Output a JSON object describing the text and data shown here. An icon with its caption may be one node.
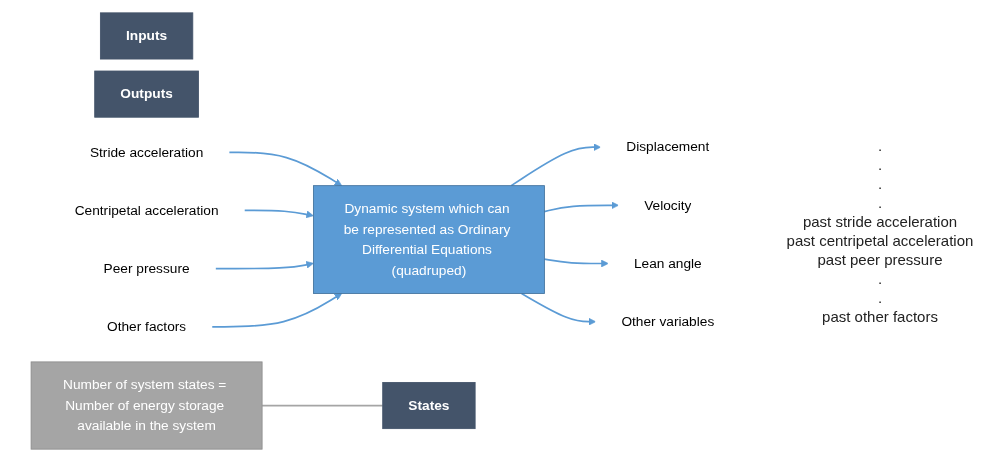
{
  "diagram": {
    "nodes": [
      {
        "text": [
          "Inputs"
        ]
      },
      {
        "text": [
          "Outputs"
        ]
      },
      {
        "text": [
          "Stride acceleration"
        ]
      },
      {
        "text": [
          "Centripetal acceleration"
        ]
      },
      {
        "text": [
          "Peer pressure"
        ]
      },
      {
        "text": [
          "Other factors"
        ]
      },
      {
        "text": [
          "Dynamic system which can be represented as Ordinary Differential Equations (quadruped)"
        ]
      },
      {
        "text": [
          "Displacement"
        ]
      },
      {
        "text": [
          "Velocity"
        ]
      },
      {
        "text": [
          "Lean angle"
        ]
      },
      {
        "text": [
          "Other variables"
        ]
      },
      {
        "text": [
          "States"
        ]
      },
      {
        "text": [
          "Number of system states = Number of energy storage available in the system"
        ]
      }
    ],
    "edges": [
      {
        "from": 2,
        "to": 6,
        "arrow": "to"
      },
      {
        "from": 3,
        "to": 6,
        "arrow": "to"
      },
      {
        "from": 4,
        "to": 6,
        "arrow": "to"
      },
      {
        "from": 5,
        "to": 6,
        "arrow": "to"
      },
      {
        "from": 6,
        "to": 7,
        "arrow": "to"
      },
      {
        "from": 6,
        "to": 8,
        "arrow": "to"
      },
      {
        "from": 6,
        "to": 9,
        "arrow": "to"
      },
      {
        "from": 6,
        "to": 10,
        "arrow": "to"
      },
      {
        "from": 12,
        "to": 11,
        "arrow": "none",
        "color": "#a5a5a5"
      }
    ],
    "labels": [
      ".",
      ".",
      ".",
      ".",
      "past stride acceleration",
      "past centripetal acceleration",
      "past peer pressure",
      ".",
      ".",
      "past other factors"
    ]
  }
}
